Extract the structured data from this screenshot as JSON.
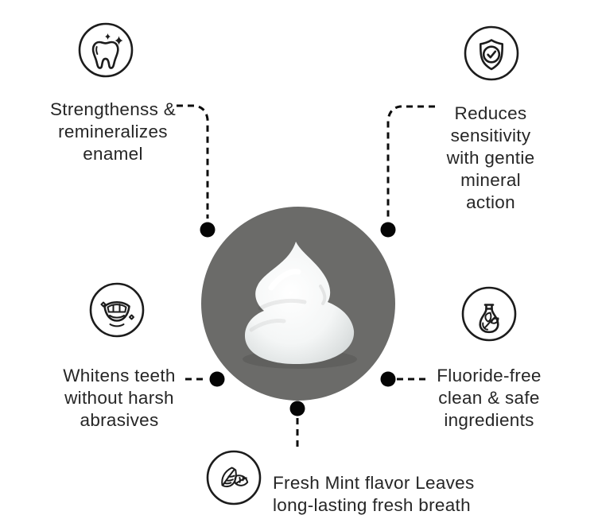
{
  "diagram": {
    "type": "product-benefits-infographic",
    "center": {
      "subject": "toothpaste-cream-swirl",
      "circle_color": "#6b6b69",
      "cream_color": "#ffffff"
    },
    "colors": {
      "background": "#ffffff",
      "text": "#262626",
      "line": "#0d0d0d",
      "icon_stroke": "#1c1c1c"
    },
    "features": [
      {
        "id": "enamel",
        "icon": "tooth-sparkle-icon",
        "label": "Strengthenss &\nremineralizes\nenamel"
      },
      {
        "id": "sensitivity",
        "icon": "shield-check-icon",
        "label": "Reduces\nsensitivity\nwith gentie\nmineral\naction"
      },
      {
        "id": "whitening",
        "icon": "smile-teeth-icon",
        "label": "Whitens teeth\nwithout harsh\nabrasives"
      },
      {
        "id": "fluoridefree",
        "icon": "flask-leaf-icon",
        "label": "Fluoride-free\nclean & safe\ningredients"
      },
      {
        "id": "freshmint",
        "icon": "mint-leaves-icon",
        "label": "Fresh Mint flavor Leaves\nlong-lasting fresh breath"
      }
    ]
  }
}
